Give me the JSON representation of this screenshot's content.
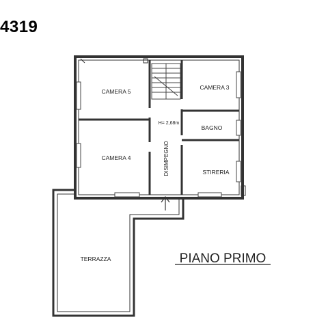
{
  "header": {
    "code": "4319"
  },
  "plan": {
    "title": "PIANO PRIMO",
    "height_label": "H= 2,68m",
    "rooms": {
      "camera5": "CAMERA 5",
      "camera3": "CAMERA 3",
      "bagno": "BAGNO",
      "camera4": "CAMERA 4",
      "disimpegno": "DISIMPEGNO",
      "stireria": "STIRERIA",
      "terrazza": "TERRAZZA"
    }
  }
}
